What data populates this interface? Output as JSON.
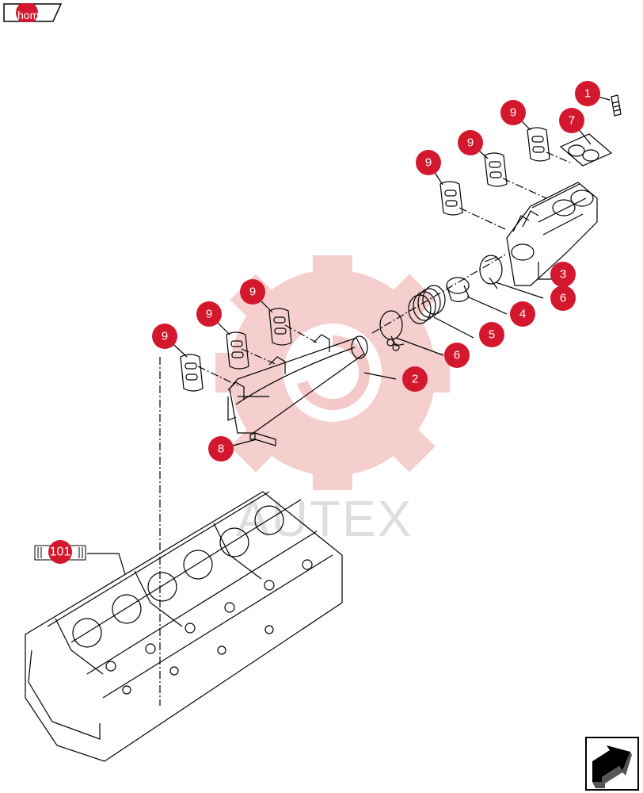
{
  "nav": {
    "home_label": "home",
    "next_icon": "arrow-next-icon"
  },
  "watermark": {
    "text": "AUTEX"
  },
  "colors": {
    "callout": "#d3172d",
    "line": "#000000",
    "watermark": "#f2c4c4"
  },
  "callouts": [
    {
      "id": "c1",
      "label": "1"
    },
    {
      "id": "c7",
      "label": "7"
    },
    {
      "id": "c9a",
      "label": "9"
    },
    {
      "id": "c9b",
      "label": "9"
    },
    {
      "id": "c9c",
      "label": "9"
    },
    {
      "id": "c3",
      "label": "3"
    },
    {
      "id": "c6a",
      "label": "6"
    },
    {
      "id": "c9d",
      "label": "9"
    },
    {
      "id": "c9e",
      "label": "9"
    },
    {
      "id": "c9f",
      "label": "9"
    },
    {
      "id": "c4",
      "label": "4"
    },
    {
      "id": "c5",
      "label": "5"
    },
    {
      "id": "c6b",
      "label": "6"
    },
    {
      "id": "c2",
      "label": "2"
    },
    {
      "id": "c8",
      "label": "8"
    }
  ],
  "reference": {
    "label": "101"
  }
}
